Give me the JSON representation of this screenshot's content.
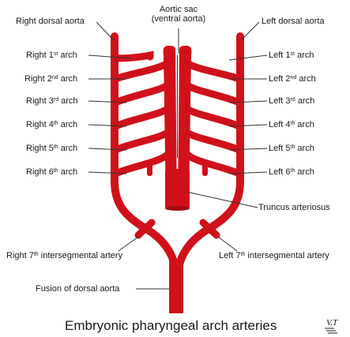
{
  "colors": {
    "artery": "#d0111b",
    "artery_dark": "#a10a12",
    "leader": "#333333",
    "text": "#1a1a1a"
  },
  "labels": {
    "aortic_sac": "Aortic sac",
    "aortic_sac_sub": "(ventral aorta)",
    "right_dorsal_aorta": "Right dorsal aorta",
    "left_dorsal_aorta": "Left dorsal aorta",
    "right_arches": [
      {
        "base": "Right 1",
        "sup": "st",
        "tail": " arch"
      },
      {
        "base": "Right 2",
        "sup": "nd",
        "tail": " arch"
      },
      {
        "base": "Right 3",
        "sup": "rd",
        "tail": " arch"
      },
      {
        "base": "Right 4",
        "sup": "th",
        "tail": " arch"
      },
      {
        "base": "Right 5",
        "sup": "th",
        "tail": " arch"
      },
      {
        "base": "Right 6",
        "sup": "th",
        "tail": " arch"
      }
    ],
    "left_arches": [
      {
        "base": "Left 1",
        "sup": "st",
        "tail": " arch"
      },
      {
        "base": "Left 2",
        "sup": "nd",
        "tail": " arch"
      },
      {
        "base": "Left 3",
        "sup": "rd",
        "tail": " arch"
      },
      {
        "base": "Left 4",
        "sup": "th",
        "tail": " arch"
      },
      {
        "base": "Left 5",
        "sup": "th",
        "tail": " arch"
      },
      {
        "base": "Left 6",
        "sup": "th",
        "tail": " arch"
      }
    ],
    "truncus": "Truncus arteriosus",
    "right_7th": {
      "base": "Right 7",
      "sup": "th",
      "tail": " intersegmental artery"
    },
    "left_7th": {
      "base": "Left 7",
      "sup": "th",
      "tail": " intersegmental artery"
    },
    "fusion": "Fusion of dorsal aorta"
  },
  "caption": "Embryonic pharyngeal arch arteries",
  "logo_text": "V.T"
}
